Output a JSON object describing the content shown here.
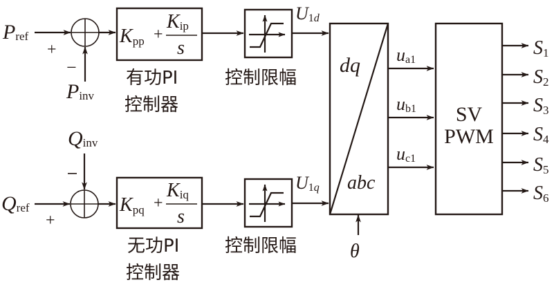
{
  "title": "有功/无功 PI 控制 SVPWM 框图",
  "p_loop": {
    "ref_main": "P",
    "ref_sub": "ref",
    "fb_main": "P",
    "fb_sub": "inv",
    "plus_sign": "+",
    "minus_sign": "−",
    "pi": {
      "kp_main": "K",
      "kp_sub": "pp",
      "plus": "+",
      "ki_main": "K",
      "ki_sub": "ip",
      "den": "s"
    },
    "pi_label_line1": "有功PI",
    "pi_label_line2": "控制器",
    "limiter_label": "控制限幅",
    "out_main": "U",
    "out_sub1": "1",
    "out_sub2": "d"
  },
  "q_loop": {
    "ref_main": "Q",
    "ref_sub": "ref",
    "fb_main": "Q",
    "fb_sub": "inv",
    "plus_sign": "+",
    "minus_sign": "−",
    "pi": {
      "kp_main": "K",
      "kp_sub": "pq",
      "plus": "+",
      "ki_main": "K",
      "ki_sub": "iq",
      "den": "s"
    },
    "pi_label_line1": "无功PI",
    "pi_label_line2": "控制器",
    "limiter_label": "控制限幅",
    "out_main": "U",
    "out_sub1": "1",
    "out_sub2": "q"
  },
  "transform": {
    "top_label": "dq",
    "bottom_label": "abc",
    "angle_input": "θ",
    "outputs": [
      {
        "main": "u",
        "sub": "a1"
      },
      {
        "main": "u",
        "sub": "b1"
      },
      {
        "main": "u",
        "sub": "c1"
      }
    ]
  },
  "svpwm": {
    "line1": "SV",
    "line2": "PWM",
    "outputs": [
      {
        "main": "S",
        "sub": "1"
      },
      {
        "main": "S",
        "sub": "2"
      },
      {
        "main": "S",
        "sub": "3"
      },
      {
        "main": "S",
        "sub": "4"
      },
      {
        "main": "S",
        "sub": "5"
      },
      {
        "main": "S",
        "sub": "6"
      }
    ]
  }
}
